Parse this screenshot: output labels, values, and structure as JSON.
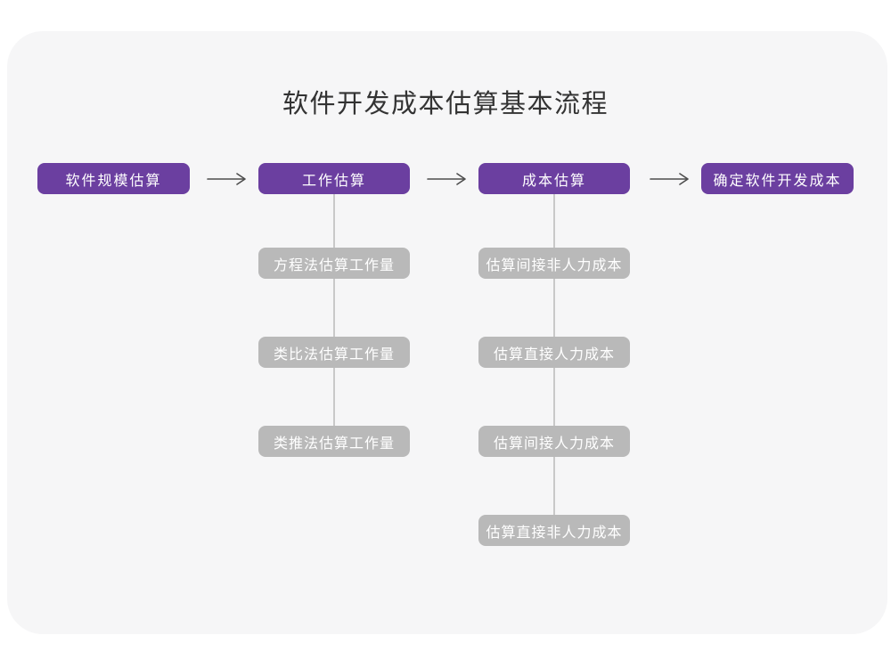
{
  "title": "软件开发成本估算基本流程",
  "theme": {
    "primary_color": "#6B3FA0",
    "secondary_color": "#B9B9B9",
    "connector_color": "#C9C9C9",
    "arrow_color": "#4D4D4D",
    "canvas_color": "#F6F6F7",
    "title_color": "#333333",
    "node_text_color": "#FFFFFF"
  },
  "flow": {
    "type": "flowchart",
    "main_steps": [
      {
        "label": "软件规模估算"
      },
      {
        "label": "工作估算"
      },
      {
        "label": "成本估算"
      },
      {
        "label": "确定软件开发成本"
      }
    ],
    "sub_columns": [
      {
        "parent": "工作估算",
        "items": [
          {
            "label": "方程法估算工作量"
          },
          {
            "label": "类比法估算工作量"
          },
          {
            "label": "类推法估算工作量"
          }
        ]
      },
      {
        "parent": "成本估算",
        "items": [
          {
            "label": "估算间接非人力成本"
          },
          {
            "label": "估算直接人力成本"
          },
          {
            "label": "估算间接人力成本"
          },
          {
            "label": "估算直接非人力成本"
          }
        ]
      }
    ]
  }
}
